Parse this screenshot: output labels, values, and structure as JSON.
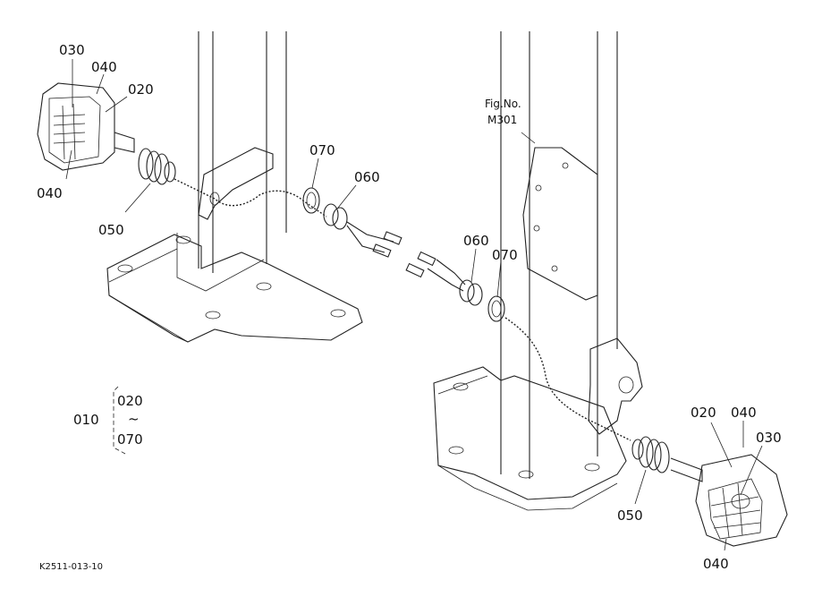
{
  "fig_ref": {
    "line1": "Fig.No.",
    "line2": "M301"
  },
  "left_group": {
    "lamp_top_030": "030",
    "lamp_top_040": "040",
    "lamp_020": "020",
    "lamp_040_bottom": "040",
    "grommet_050": "050",
    "clip_070": "070",
    "grommet_060": "060"
  },
  "right_group": {
    "grommet_060": "060",
    "clip_070": "070",
    "lamp_020": "020",
    "lamp_040_top": "040",
    "lamp_030": "030",
    "grommet_050": "050",
    "lamp_040_bottom": "040"
  },
  "assembly": {
    "ref": "010",
    "from": "020",
    "tilde": "~",
    "to": "070"
  },
  "drawing_id": "K2511-013-10"
}
